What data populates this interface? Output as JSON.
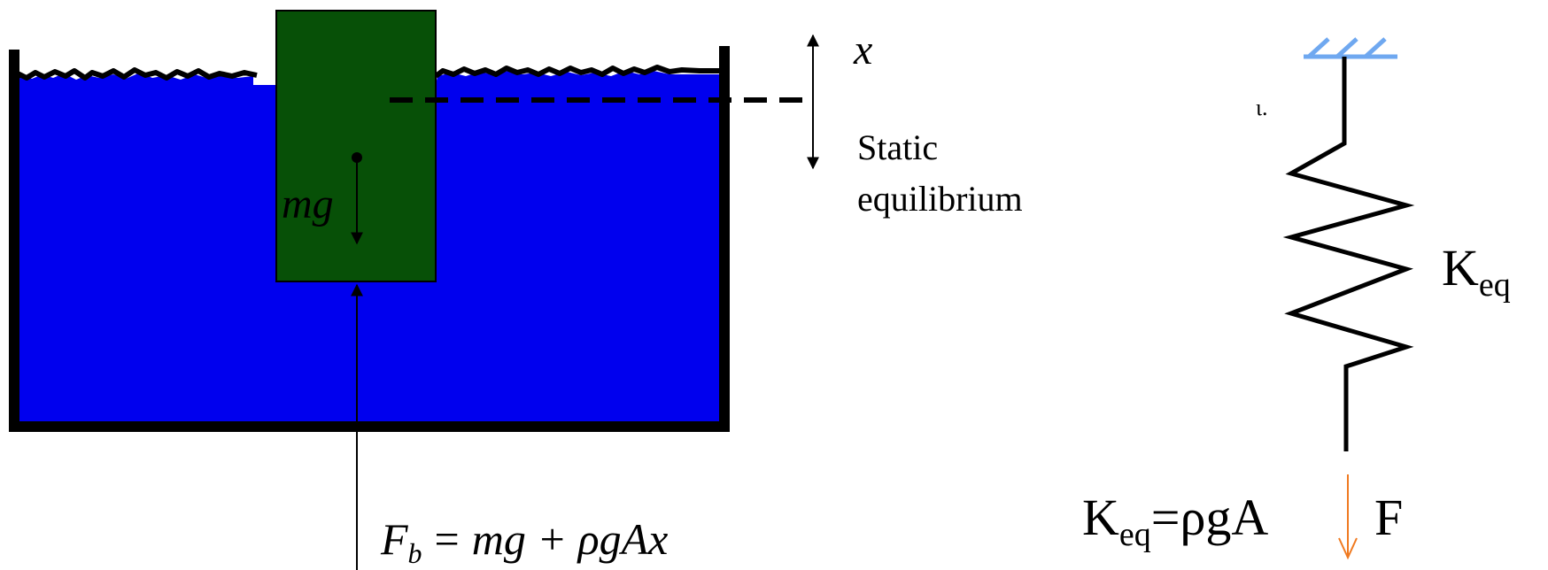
{
  "colors": {
    "water": "#0000ee",
    "block": "#075007",
    "tank": "#000000",
    "support": "#6fa8f0",
    "force_arrow": "#f07a20",
    "spring": "#000000"
  },
  "labels": {
    "displacement": "x",
    "static_line_1": "Static",
    "static_line_2": "equilibrium",
    "weight_m": "mg",
    "buoyancy_F": "F",
    "buoyancy_sub": "b",
    "buoyancy_eq": "=",
    "buoyancy_rhs": "mg + ρgAx",
    "stray_mark": "ι.",
    "spring_K": "K",
    "spring_sub": "eq",
    "keq_K": "K",
    "keq_sub": "eq",
    "keq_rhs": "=ρgA",
    "force_label": "F"
  },
  "icons": {
    "support": "ground-support-hatch-icon",
    "spring": "zigzag-spring-icon",
    "force": "down-arrow-icon"
  }
}
